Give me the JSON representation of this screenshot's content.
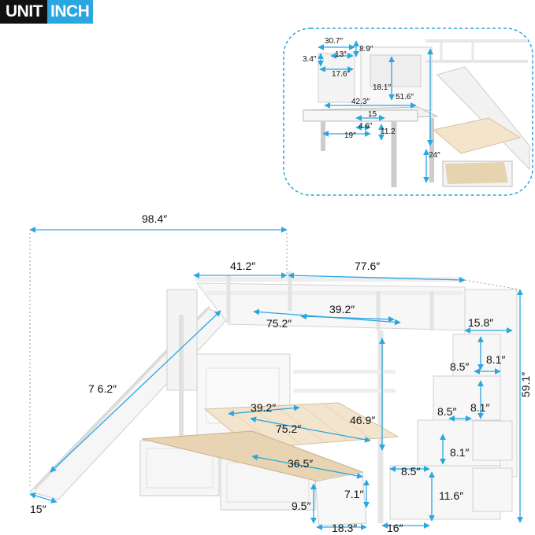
{
  "badge": {
    "unit": "UNIT",
    "inch": "INCH",
    "accent": "#2aa6e0"
  },
  "inset_labels": {
    "d1": "30.7″",
    "d2": "8.9″",
    "d3": "13″",
    "d4": "3.4″",
    "d5": "17.6″",
    "d6": "18.1″",
    "d7": "51.6″",
    "d8": "42.3″",
    "d9": "15",
    "d10": "4.6″",
    "d11": "19″",
    "d12": "11.2",
    "d13": "24″"
  },
  "main_labels": {
    "overall_length": "98.4″",
    "top_width": "41.2″",
    "top_length": "77.6″",
    "top_slat_width": "39.2″",
    "top_slat_length": "75.2″",
    "slide_length": "7 6.2″",
    "bottom_slat_width": "39.2″",
    "bottom_slat_length": "75.2″",
    "bottom_height": "46.9″",
    "drawer_length": "36.5″",
    "drawer_height": "9.5″",
    "drawer_inner": "7.1″",
    "drawer_depth": "18.3″",
    "stair_depth": "16″",
    "slide_width": "15″",
    "stair_top_width": "15.8″",
    "step_1_depth": "8.5″",
    "step_1_rise": "8.1″",
    "step_2_depth": "8.5″",
    "step_2_rise": "8.1″",
    "step_3_rise": "8.1″",
    "step_3_depth": "8.5″",
    "bottom_step_height": "11.6″",
    "total_height": "59.1″"
  }
}
